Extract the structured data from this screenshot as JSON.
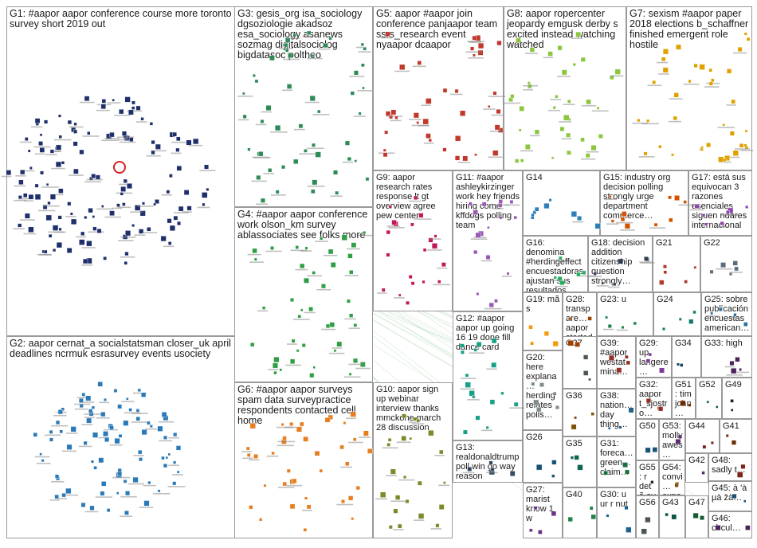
{
  "graph": {
    "groups": [
      {
        "id": "G1",
        "label": "G1: #aapor aapor conference course more toronto survey short 2019 out",
        "color": "#1f2f6b"
      },
      {
        "id": "G2",
        "label": "G2: aapor cernat_a socialstatsman closer_uk april deadlines ncrmuk esrasurvey events usociety",
        "color": "#2a79b8"
      },
      {
        "id": "G3",
        "label": "G3: gesis_org isa_sociology dgsoziologie akadsoz esa_sociology asanews sozmag digitalsociolog bigdatasoc poltheo",
        "color": "#2e8b57"
      },
      {
        "id": "G4",
        "label": "G4: #aapor aapor conference work olson_km survey ablassociates see folks more",
        "color": "#2f9e44"
      },
      {
        "id": "G5",
        "label": "G5: aapor #aapor join conference panjaapor team ssrs_research event nyaapor dcaapor",
        "color": "#c0392b"
      },
      {
        "id": "G6",
        "label": "G6: #aapor aapor surveys spam data surveypractice respondents contacted cell home",
        "color": "#e67e22"
      },
      {
        "id": "G7",
        "label": "G7: sexism #aapor paper 2018 elections b_schaffner finished emergent role hostile",
        "color": "#e0a100"
      },
      {
        "id": "G8",
        "label": "G8: aapor ropercenter jeopardy emgusk derby s excited instead watching watched",
        "color": "#8cc63f"
      },
      {
        "id": "G9",
        "label": "G9: aapor research rates response lt gt overview agree pew center",
        "color": "#c2185b"
      },
      {
        "id": "G10",
        "label": "G10: aapor sign up webinar interview thanks mmckone march 28 discussion",
        "color": "#7b8a2a"
      },
      {
        "id": "G11",
        "label": "G11: #aapor ashleykirzinger work hey friends hiring come kffdogs polling team",
        "color": "#9b59b6"
      },
      {
        "id": "G12",
        "label": "G12: #aapor aapor up going 16 19 done fill dance card",
        "color": "#16a085"
      },
      {
        "id": "G13",
        "label": "G13: realdonaldtrump poll win go way reason",
        "color": "#34495e"
      },
      {
        "id": "G14",
        "label": "G14",
        "color": "#2c7fb8"
      },
      {
        "id": "G15",
        "label": "G15: industry org decision polling strongly urge department commerce…",
        "color": "#d35400"
      },
      {
        "id": "G16",
        "label": "G16: denomina #herdingeffect encuestadoras ajustan sus resultados…",
        "color": "#27ae60"
      },
      {
        "id": "G17",
        "label": "G17: está sus equivocan 3 razones esenciales siguen ndares internacional…",
        "color": "#8e44ad"
      },
      {
        "id": "G18",
        "label": "G18: decision addition citizenship question strongly…",
        "color": "#2c3e50"
      },
      {
        "id": "G19",
        "label": "G19: mã s",
        "color": "#f39c12"
      },
      {
        "id": "G20",
        "label": "G20: here explana… herding relates polls…",
        "color": "#7f8c8d"
      },
      {
        "id": "G21",
        "label": "G21",
        "color": "#b03a2e"
      },
      {
        "id": "G22",
        "label": "G22",
        "color": "#5d6d7e"
      },
      {
        "id": "G23",
        "label": "G23: u",
        "color": "#1e8449"
      },
      {
        "id": "G24",
        "label": "G24",
        "color": "#117a65"
      },
      {
        "id": "G25",
        "label": "G25: sobre publicación encuestas american…",
        "color": "#2471a3"
      },
      {
        "id": "G26",
        "label": "G26",
        "color": "#1a5276"
      },
      {
        "id": "G27",
        "label": "G27: marist know 1 w",
        "color": "#6c3483"
      },
      {
        "id": "G28",
        "label": "G28: transpare… aapor started…",
        "color": "#a04000"
      },
      {
        "id": "G29",
        "label": "G29: up langere… #aapor…",
        "color": "#7d3c98"
      },
      {
        "id": "G30",
        "label": "G30: u ur r nut",
        "color": "#1f618d"
      },
      {
        "id": "G31",
        "label": "G31: foreca… green… claim…",
        "color": "#196f3d"
      },
      {
        "id": "G32",
        "label": "G32: aapor t_sjostro…",
        "color": "#922b21"
      },
      {
        "id": "G33",
        "label": "G33: high",
        "color": "#4a235a"
      },
      {
        "id": "G34",
        "label": "G34",
        "color": "#154360"
      },
      {
        "id": "G35",
        "label": "G35",
        "color": "#0e6655"
      },
      {
        "id": "G36",
        "label": "G36",
        "color": "#7e5109"
      },
      {
        "id": "G37",
        "label": "G37",
        "color": "#4d5656"
      },
      {
        "id": "G38",
        "label": "G38: nation… day thing…",
        "color": "#21618c"
      },
      {
        "id": "G39",
        "label": "G39: #aapor westat mina…",
        "color": "#943126"
      },
      {
        "id": "G40",
        "label": "G40",
        "color": "#1d8348"
      },
      {
        "id": "G41",
        "label": "G41",
        "color": "#6e2c00"
      },
      {
        "id": "G42",
        "label": "G42",
        "color": "#512e5f"
      },
      {
        "id": "G43",
        "label": "G43",
        "color": "#0b5345"
      },
      {
        "id": "G44",
        "label": "G44",
        "color": "#78281f"
      },
      {
        "id": "G45",
        "label": "G45: à 'à µà žà…",
        "color": "#1b4f72"
      },
      {
        "id": "G46",
        "label": "G46: circul…",
        "color": "#4a235a"
      },
      {
        "id": "G47",
        "label": "G47",
        "color": "#145a32"
      },
      {
        "id": "G48",
        "label": "G48: sadly t…",
        "color": "#7b241c"
      },
      {
        "id": "G49",
        "label": "G49",
        "color": "#17202a"
      },
      {
        "id": "G50",
        "label": "G50",
        "color": "#1a5276"
      },
      {
        "id": "G51",
        "label": "G51: tim john…",
        "color": "#6e2c00"
      },
      {
        "id": "G52",
        "label": "G52",
        "color": "#0e6251"
      },
      {
        "id": "G53",
        "label": "G53: molly awes…",
        "color": "#5b2c6f"
      },
      {
        "id": "G54",
        "label": "G54: convi… expo…",
        "color": "#7e5109"
      },
      {
        "id": "G55",
        "label": "G55: r det ã av ã",
        "color": "#1b2631"
      },
      {
        "id": "G56",
        "label": "G56",
        "color": "#4d5656"
      }
    ]
  }
}
